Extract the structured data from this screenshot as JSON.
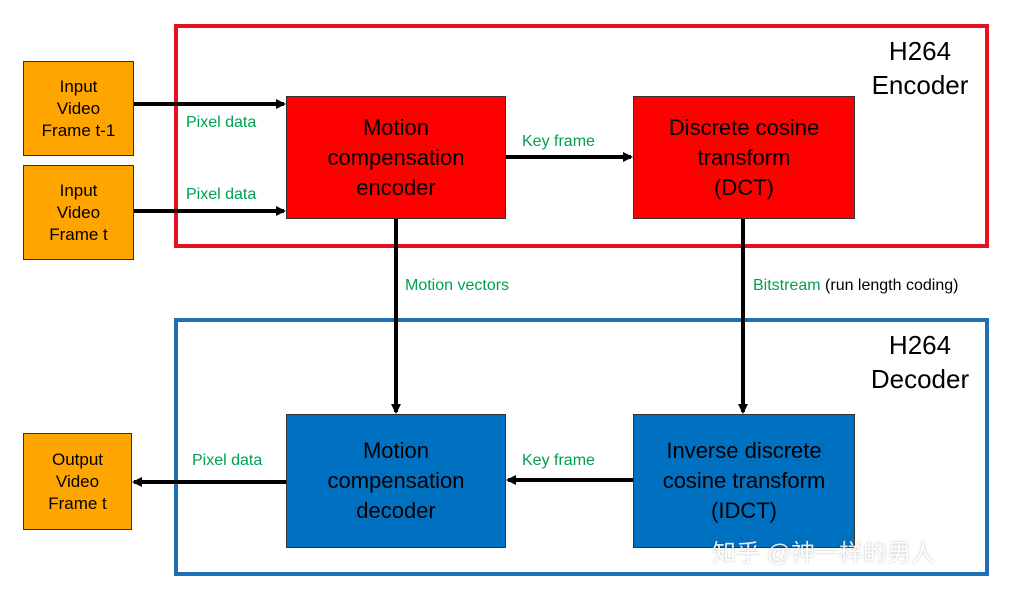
{
  "encoder_group": {
    "title_line1": "H264",
    "title_line2": "Encoder",
    "color": "#E8101E"
  },
  "decoder_group": {
    "title_line1": "H264",
    "title_line2": "Decoder",
    "color": "#1F6FB5"
  },
  "inputs": [
    {
      "label": "Input\nVideo\nFrame t-1"
    },
    {
      "label": "Input\nVideo\nFrame t"
    }
  ],
  "output": {
    "label": "Output\nVideo\nFrame t"
  },
  "blocks": {
    "mc_encoder": "Motion\ncompensation\nencoder",
    "dct": "Discrete cosine\ntransform\n(DCT)",
    "mc_decoder": "Motion\ncompensation\ndecoder",
    "idct": "Inverse discrete\ncosine transform\n(IDCT)"
  },
  "edge_labels": {
    "pixel_data_1": "Pixel data",
    "pixel_data_2": "Pixel data",
    "key_frame_top": "Key frame",
    "motion_vectors": "Motion vectors",
    "bitstream": "Bitstream",
    "bitstream_note": "(run length coding)",
    "key_frame_bottom": "Key frame",
    "pixel_data_out": "Pixel data"
  },
  "colors": {
    "io_fill": "#FFA500",
    "encoder_block_fill": "#FF0000",
    "decoder_block_fill": "#0070C0",
    "edge_label_text": "#00A050",
    "arrow": "#000000"
  },
  "watermark": "知乎 @神一样的男人"
}
